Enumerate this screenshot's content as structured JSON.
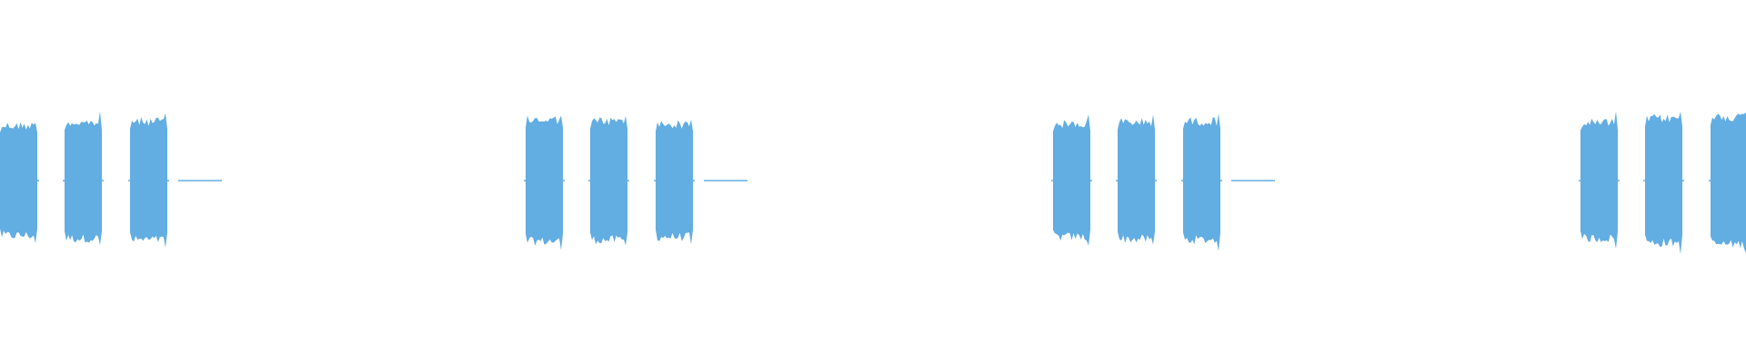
{
  "waveform": {
    "color": "#62ade2",
    "background": "#ffffff",
    "groups": [
      {
        "bursts": [
          {
            "amplitude": 0.78
          },
          {
            "amplitude": 0.82
          },
          {
            "amplitude": 0.84
          }
        ],
        "has_tail": true
      },
      {
        "bursts": [
          {
            "amplitude": 0.86
          },
          {
            "amplitude": 0.84
          },
          {
            "amplitude": 0.8
          }
        ],
        "has_tail": true
      },
      {
        "bursts": [
          {
            "amplitude": 0.8
          },
          {
            "amplitude": 0.83
          },
          {
            "amplitude": 0.84
          }
        ],
        "has_tail": true
      },
      {
        "bursts": [
          {
            "amplitude": 0.82
          },
          {
            "amplitude": 0.88
          },
          {
            "amplitude": 0.9
          }
        ],
        "has_tail": false
      }
    ]
  }
}
